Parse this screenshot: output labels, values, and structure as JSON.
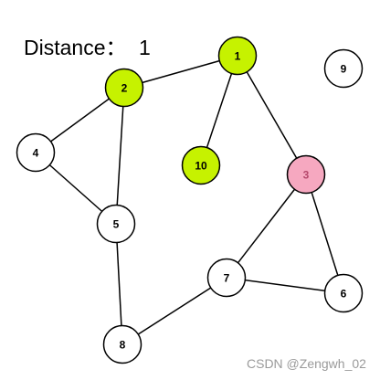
{
  "distance": {
    "label": "Distance：",
    "value": "1"
  },
  "colors": {
    "stroke": "#000000",
    "edge": "#000000",
    "background": "#ffffff"
  },
  "nodes": [
    {
      "label": "1",
      "fill": "#c6f200",
      "text_color": "#000000"
    },
    {
      "label": "2",
      "fill": "#c6f200",
      "text_color": "#000000"
    },
    {
      "label": "3",
      "fill": "#f6a8c0",
      "text_color": "#b5486c"
    },
    {
      "label": "4",
      "fill": "#ffffff",
      "text_color": "#000000"
    },
    {
      "label": "5",
      "fill": "#ffffff",
      "text_color": "#000000"
    },
    {
      "label": "6",
      "fill": "#ffffff",
      "text_color": "#000000"
    },
    {
      "label": "7",
      "fill": "#ffffff",
      "text_color": "#000000"
    },
    {
      "label": "8",
      "fill": "#ffffff",
      "text_color": "#000000"
    },
    {
      "label": "9",
      "fill": "#ffffff",
      "text_color": "#000000"
    },
    {
      "label": "10",
      "fill": "#c6f200",
      "text_color": "#000000"
    }
  ],
  "edges": [
    [
      "1",
      "2"
    ],
    [
      "1",
      "10"
    ],
    [
      "1",
      "3"
    ],
    [
      "2",
      "4"
    ],
    [
      "2",
      "5"
    ],
    [
      "4",
      "5"
    ],
    [
      "5",
      "8"
    ],
    [
      "8",
      "7"
    ],
    [
      "7",
      "3"
    ],
    [
      "7",
      "6"
    ],
    [
      "3",
      "6"
    ]
  ],
  "watermark": "CSDN @Zengwh_02"
}
